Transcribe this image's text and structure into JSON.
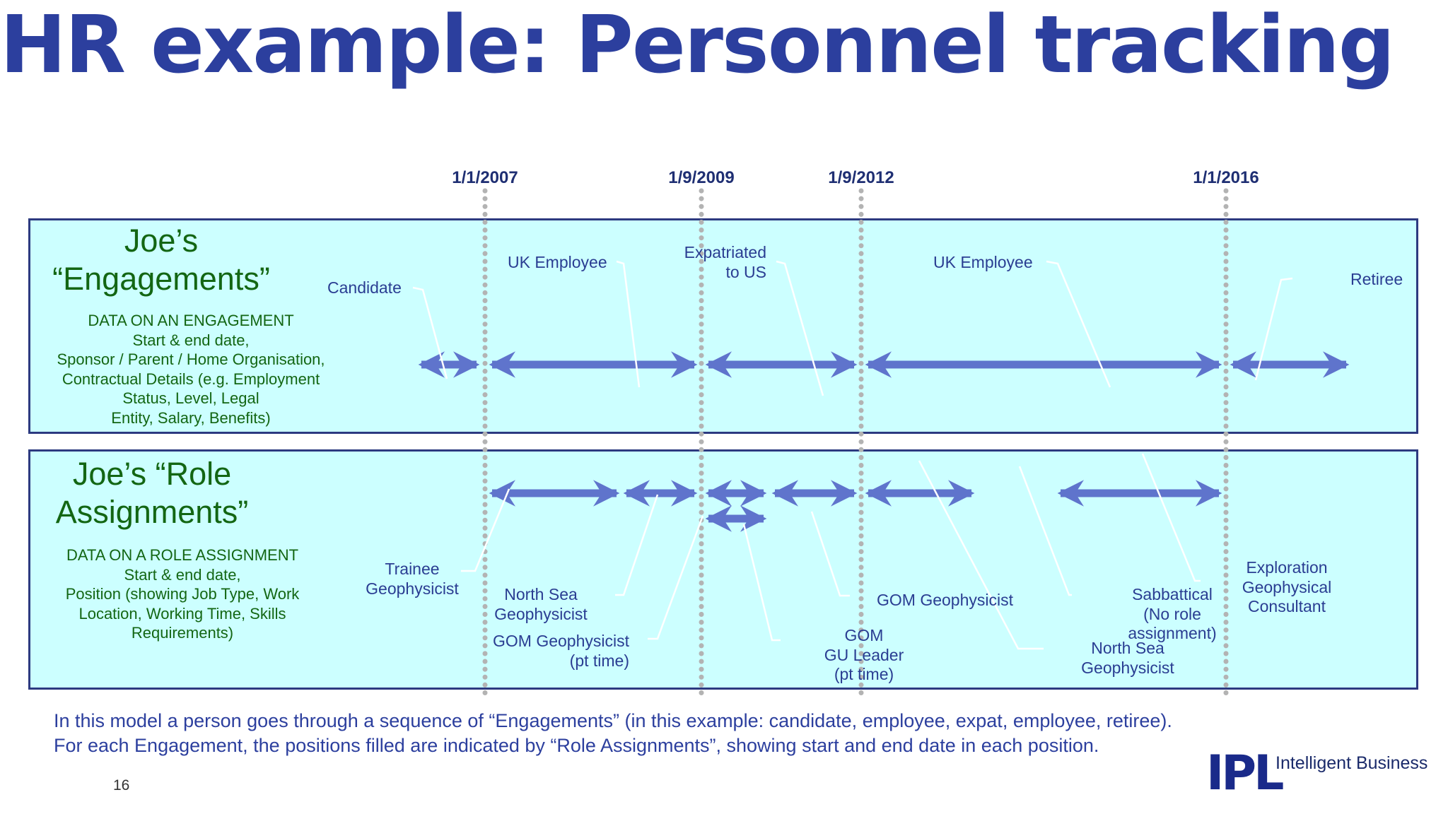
{
  "slide": {
    "title": "HR example:  Personnel tracking",
    "page_number": "16",
    "caption_lines": [
      "In this model a person goes through a sequence of “Engagements” (in this example: candidate, employee, expat, employee, retiree).",
      "For each Engagement, the positions filled are indicated by “Role Assignments”, showing start and end date in each position."
    ]
  },
  "dates": [
    {
      "label": "1/1/2007"
    },
    {
      "label": "1/9/2009"
    },
    {
      "label": "1/9/2012"
    },
    {
      "label": "1/1/2016"
    }
  ],
  "engagements": {
    "heading_lines": [
      "Joe’s",
      "“Engagements”"
    ],
    "description_lines": [
      "DATA ON AN ENGAGEMENT",
      "Start & end date,",
      "Sponsor / Parent / Home Organisation,",
      "Contractual Details (e.g. Employment",
      "Status, Level, Legal",
      "Entity, Salary, Benefits)"
    ],
    "labels": {
      "candidate": "Candidate",
      "uk_employee_1": "UK Employee",
      "expatriated": [
        "Expatriated",
        "to US"
      ],
      "uk_employee_2": "UK Employee",
      "retiree": "Retiree"
    }
  },
  "role_assignments": {
    "heading_lines": [
      "Joe’s “Role",
      "Assignments”"
    ],
    "description_lines": [
      "DATA ON A ROLE ASSIGNMENT",
      "Start & end date,",
      "Position (showing Job Type, Work",
      "Location, Working Time, Skills",
      "Requirements)"
    ],
    "labels": {
      "trainee": [
        "Trainee",
        "Geophysicist"
      ],
      "north_sea_1": [
        "North Sea",
        "Geophysicist"
      ],
      "gom_pt": [
        "GOM Geophysicist",
        "(pt time)"
      ],
      "gom_gu_leader": [
        "GOM",
        "GU Leader",
        "(pt time)"
      ],
      "gom_geophysicist": "GOM Geophysicist",
      "sabbatical": [
        "Sabbattical",
        "(No role",
        "assignment)"
      ],
      "north_sea_2": [
        "North Sea",
        "Geophysicist"
      ],
      "exploration": [
        "Exploration",
        "Geophysical",
        "Consultant"
      ]
    }
  },
  "logo": {
    "mark": "IPL",
    "text": "Intelligent Business"
  },
  "colors": {
    "title": "#2c3f9e",
    "panel_fill": "#ccffff",
    "panel_border": "#2c3a80",
    "arrow": "#5f74cc",
    "heading_green": "#136613",
    "label_blue": "#2a3d92",
    "date_line": "#b3b3b3"
  }
}
